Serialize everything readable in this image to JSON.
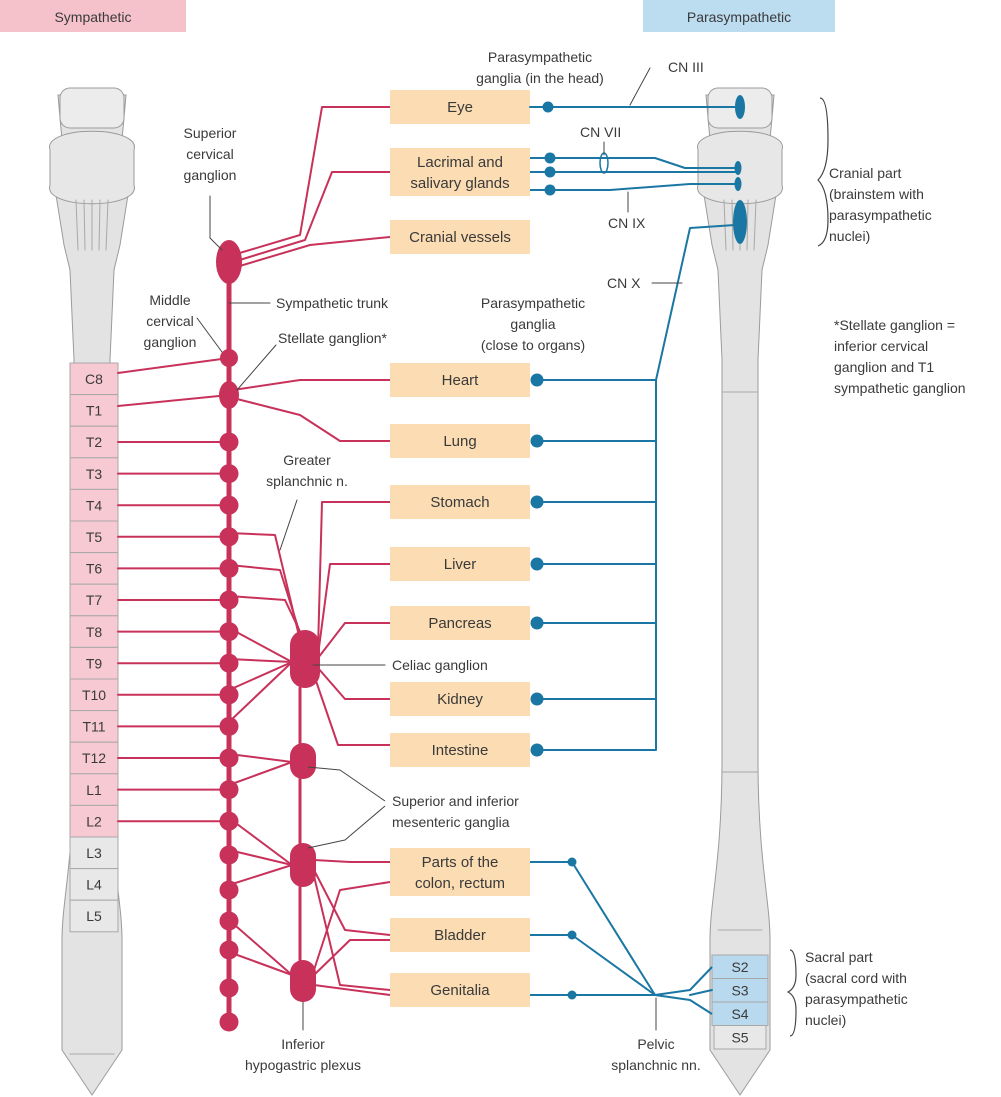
{
  "headers": {
    "sympathetic": "Sympathetic",
    "parasympathetic": "Parasympathetic"
  },
  "organs": [
    {
      "id": "eye",
      "lines": [
        "Eye"
      ]
    },
    {
      "id": "lacrimal",
      "lines": [
        "Lacrimal and",
        "salivary glands"
      ]
    },
    {
      "id": "cranial-vessels",
      "lines": [
        "Cranial vessels"
      ]
    },
    {
      "id": "heart",
      "lines": [
        "Heart"
      ]
    },
    {
      "id": "lung",
      "lines": [
        "Lung"
      ]
    },
    {
      "id": "stomach",
      "lines": [
        "Stomach"
      ]
    },
    {
      "id": "liver",
      "lines": [
        "Liver"
      ]
    },
    {
      "id": "pancreas",
      "lines": [
        "Pancreas"
      ]
    },
    {
      "id": "kidney",
      "lines": [
        "Kidney"
      ]
    },
    {
      "id": "intestine",
      "lines": [
        "Intestine"
      ]
    },
    {
      "id": "colon",
      "lines": [
        "Parts of the",
        "colon, rectum"
      ]
    },
    {
      "id": "bladder",
      "lines": [
        "Bladder"
      ]
    },
    {
      "id": "genitalia",
      "lines": [
        "Genitalia"
      ]
    }
  ],
  "segments": {
    "sympathetic": [
      "C8",
      "T1",
      "T2",
      "T3",
      "T4",
      "T5",
      "T6",
      "T7",
      "T8",
      "T9",
      "T10",
      "T11",
      "T12",
      "L1",
      "L2"
    ],
    "lumbar_unshaded": [
      "L3",
      "L4",
      "L5"
    ],
    "sacral_parasympathetic": [
      "S2",
      "S3",
      "S4"
    ],
    "sacral_unshaded": [
      "S5"
    ]
  },
  "labels": {
    "superior_cervical_ganglion": [
      "Superior",
      "cervical",
      "ganglion"
    ],
    "middle_cervical_ganglion": [
      "Middle",
      "cervical",
      "ganglion"
    ],
    "sympathetic_trunk": [
      "Sympathetic trunk"
    ],
    "stellate_ganglion": [
      "Stellate ganglion*"
    ],
    "greater_splanchnic": [
      "Greater",
      "splanchnic n."
    ],
    "celiac_ganglion": [
      "Celiac ganglion"
    ],
    "mesenteric_ganglia": [
      "Superior and inferior",
      "mesenteric ganglia"
    ],
    "inferior_hypogastric": [
      "Inferior",
      "hypogastric plexus"
    ],
    "para_ganglia_head": [
      "Parasympathetic",
      "ganglia (in the head)"
    ],
    "para_ganglia_organs": [
      "Parasympathetic",
      "ganglia",
      "(close to organs)"
    ],
    "cn3": [
      "CN III"
    ],
    "cn7": [
      "CN VII"
    ],
    "cn9": [
      "CN IX"
    ],
    "cn10": [
      "CN X"
    ],
    "cranial_part": [
      "Cranial part",
      "(brainstem with",
      "parasympathetic",
      "nuclei)"
    ],
    "stellate_note": [
      "*Stellate ganglion =",
      "inferior cervical",
      "ganglion and T1",
      "sympathetic ganglion"
    ],
    "sacral_part": [
      "Sacral part",
      "(sacral cord with",
      "parasympathetic",
      "nuclei)"
    ],
    "pelvic_splanchnic": [
      "Pelvic",
      "splanchnic nn."
    ]
  },
  "colors": {
    "sympathetic": "#c8325a",
    "parasympathetic": "#1a77a3",
    "organ_box": "#fbdcb3",
    "sympathetic_segment": "#f7c9d3",
    "parasympathetic_segment": "#b9d9ee",
    "cord": "#e3e3e3",
    "sympathetic_header": "#f5c2cc",
    "parasympathetic_header": "#bcdcf0"
  }
}
